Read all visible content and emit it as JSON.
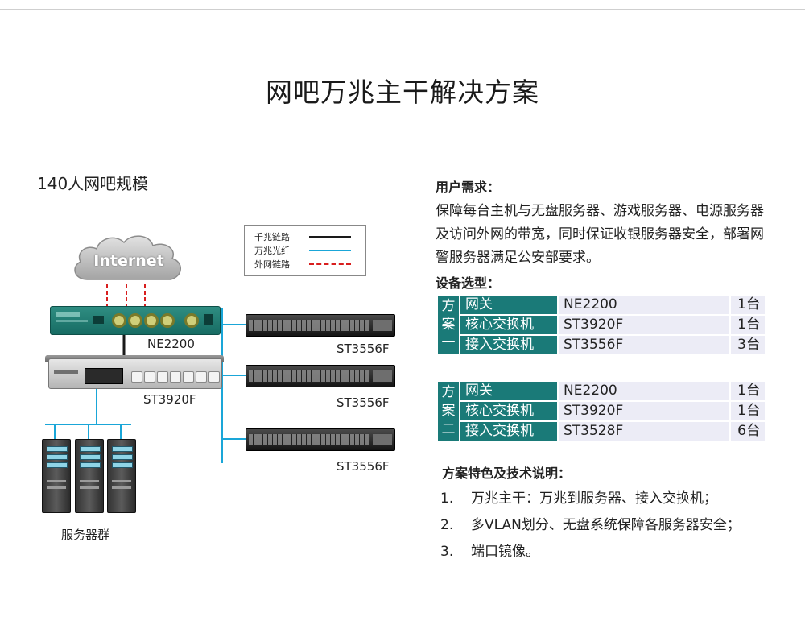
{
  "page_title": "网吧万兆主干解决方案",
  "scale_title": "140人网吧规模",
  "diagram": {
    "cloud_label": "Internet",
    "legend": [
      {
        "label": "千兆链路",
        "color": "#1a1a1a",
        "style": "solid"
      },
      {
        "label": "万兆光纤",
        "color": "#1aa6d8",
        "style": "solid"
      },
      {
        "label": "外网链路",
        "color": "#d81e1e",
        "style": "dashed"
      }
    ],
    "gateway_label": "NE2200",
    "core_switch_label": "ST3920F",
    "access_switches": [
      {
        "label": "ST3556F"
      },
      {
        "label": "ST3556F"
      },
      {
        "label": "ST3556F"
      }
    ],
    "server_group_label": "服务器群"
  },
  "needs": {
    "heading": "用户需求：",
    "text": "保障每台主机与无盘服务器、游戏服务器、电源服务器及访问外网的带宽，同时保证收银服务器安全，部署网警服务器满足公安部要求。"
  },
  "selection": {
    "heading": "设备选型：",
    "plans": [
      {
        "name": "方案一",
        "rows": [
          {
            "device": "网关",
            "model": "NE2200",
            "qty": "1台"
          },
          {
            "device": "核心交换机",
            "model": "ST3920F",
            "qty": "1台"
          },
          {
            "device": "接入交换机",
            "model": "ST3556F",
            "qty": "3台"
          }
        ]
      },
      {
        "name": "方案二",
        "rows": [
          {
            "device": "网关",
            "model": "NE2200",
            "qty": "1台"
          },
          {
            "device": "核心交换机",
            "model": "ST3920F",
            "qty": "1台"
          },
          {
            "device": "接入交换机",
            "model": "ST3528F",
            "qty": "6台"
          }
        ]
      }
    ]
  },
  "features": {
    "heading": "方案特色及技术说明：",
    "items": [
      {
        "num": "1.",
        "text": "万兆主干：万兆到服务器、接入交换机；"
      },
      {
        "num": "2.",
        "text": "多VLAN划分、无盘系统保障各服务器安全；"
      },
      {
        "num": "3.",
        "text": "端口镜像。"
      }
    ]
  }
}
